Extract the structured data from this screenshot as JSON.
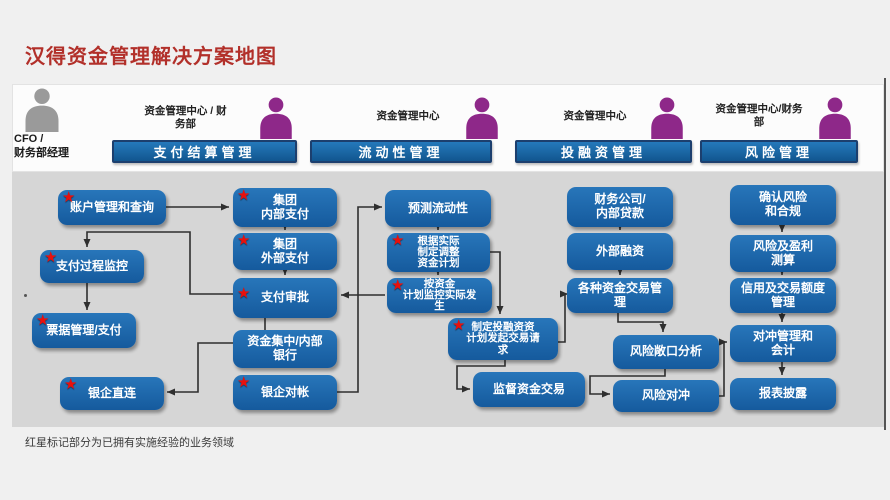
{
  "title": "汉得资金管理解决方案地图",
  "footnote": "红星标记部分为已拥有实施经验的业务领域",
  "star_icon": "★",
  "header": {
    "cfo_role": "CFO /\n财务部经理",
    "owners": [
      "资金管理中心 / 财\n务部",
      "资金管理中心",
      "资金管理中心",
      "资金管理中心/财务\n部"
    ],
    "lanes": [
      "支付结算管理",
      "流动性管理",
      "投融资管理",
      "风险管理"
    ]
  },
  "colors": {
    "title_red": "#b2302a",
    "lane_blue": "#1566a9",
    "box_blue": "#1b65ad",
    "person_purple": "#8e2889",
    "person_grey": "#9a9a9a",
    "canvas_grey": "#d6d6d6",
    "star_red": "#e8100c"
  },
  "flow": {
    "c1": [
      {
        "label": "账户管理和查询",
        "star": true
      },
      {
        "label": "支付过程监控",
        "star": true
      },
      {
        "label": "票据管理/支付",
        "star": true
      },
      {
        "label": "银企直连",
        "star": true
      }
    ],
    "c2": [
      {
        "label": "集团\n内部支付",
        "star": true
      },
      {
        "label": "集团\n外部支付",
        "star": true
      },
      {
        "label": "支付审批",
        "star": true
      },
      {
        "label": "资金集中/内部\n银行",
        "star": false
      },
      {
        "label": "银企对帐",
        "star": true
      }
    ],
    "c3": [
      {
        "label": "预测流动性",
        "star": false
      },
      {
        "label": "根据实际\n制定调整\n资金计划",
        "star": true
      },
      {
        "label": "按资金\n计划监控实际发\n生",
        "star": true
      },
      {
        "label": "制定投融资资\n计划发起交易请\n求",
        "star": true
      },
      {
        "label": "监督资金交易",
        "star": false
      }
    ],
    "c4": [
      {
        "label": "财务公司/\n内部贷款",
        "star": false
      },
      {
        "label": "外部融资",
        "star": false
      },
      {
        "label": "各种资金交易管\n理",
        "star": false
      },
      {
        "label": "风险敞口分析",
        "star": false
      },
      {
        "label": "风险对冲",
        "star": false
      }
    ],
    "c5": [
      {
        "label": "确认风险\n和合规",
        "star": false
      },
      {
        "label": "风险及盈利\n测算",
        "star": false
      },
      {
        "label": "信用及交易额度\n管理",
        "star": false
      },
      {
        "label": "对冲管理和\n会计",
        "star": false
      },
      {
        "label": "报表披露",
        "star": false
      }
    ]
  }
}
